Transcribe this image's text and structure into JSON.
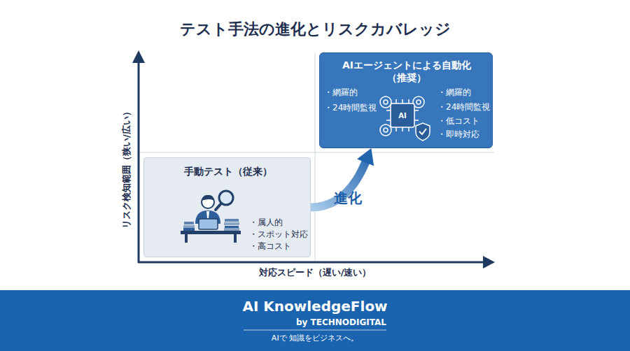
{
  "diagram": {
    "title": "テスト手法の進化とリスクカバレッジ",
    "nodes": [
      {
        "text": [
          "手動テスト（従来）",
          "・属人的",
          "・スポット対応",
          "・高コスト"
        ]
      },
      {
        "text": [
          "AIエージェントによる自動化 （推奨）",
          "・網羅的",
          "・24時間監視",
          "・網羅的",
          "・24時間監視",
          "・低コスト",
          "・即時対応"
        ]
      },
      {
        "text": [
          "AI KnowledgeFlow",
          "by TECHNODIGITAL",
          "AIで 知識をビジネスへ。"
        ]
      }
    ],
    "edges": [
      {
        "from": 0,
        "to": 1,
        "label": "進化",
        "arrow": "to"
      }
    ],
    "labels": [
      "リスク検知範囲（狭い/広い）",
      "対応スピード（遅い/速い）",
      "AI"
    ]
  }
}
